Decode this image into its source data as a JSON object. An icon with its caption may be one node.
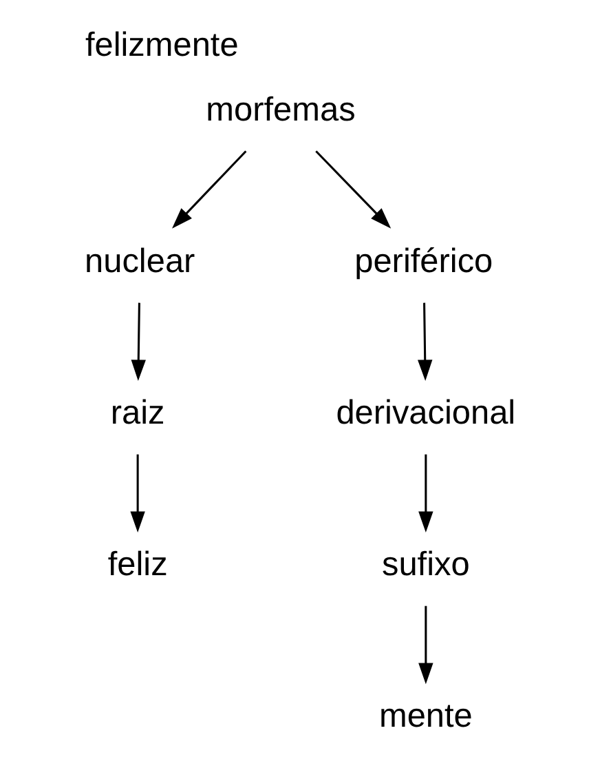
{
  "diagram": {
    "title": "felizmente",
    "nodes": [
      {
        "text": [
          "morfemas"
        ]
      },
      {
        "text": [
          "nuclear"
        ]
      },
      {
        "text": [
          "periférico"
        ]
      },
      {
        "text": [
          "derivacional"
        ]
      },
      {
        "text": [
          "raiz"
        ]
      },
      {
        "text": [
          "sufixo"
        ]
      },
      {
        "text": [
          "feliz"
        ]
      },
      {
        "text": [
          "mente"
        ]
      }
    ],
    "edges": [
      {
        "from": 0,
        "to": 1,
        "arrow": "to"
      },
      {
        "from": 0,
        "to": 2,
        "arrow": "to"
      },
      {
        "from": 2,
        "to": 3,
        "arrow": "to"
      },
      {
        "from": 1,
        "to": 4,
        "arrow": "to"
      },
      {
        "from": 3,
        "to": 5,
        "arrow": "to"
      },
      {
        "from": 4,
        "to": 6,
        "arrow": "to"
      },
      {
        "from": 5,
        "to": 7,
        "arrow": "to"
      }
    ]
  }
}
